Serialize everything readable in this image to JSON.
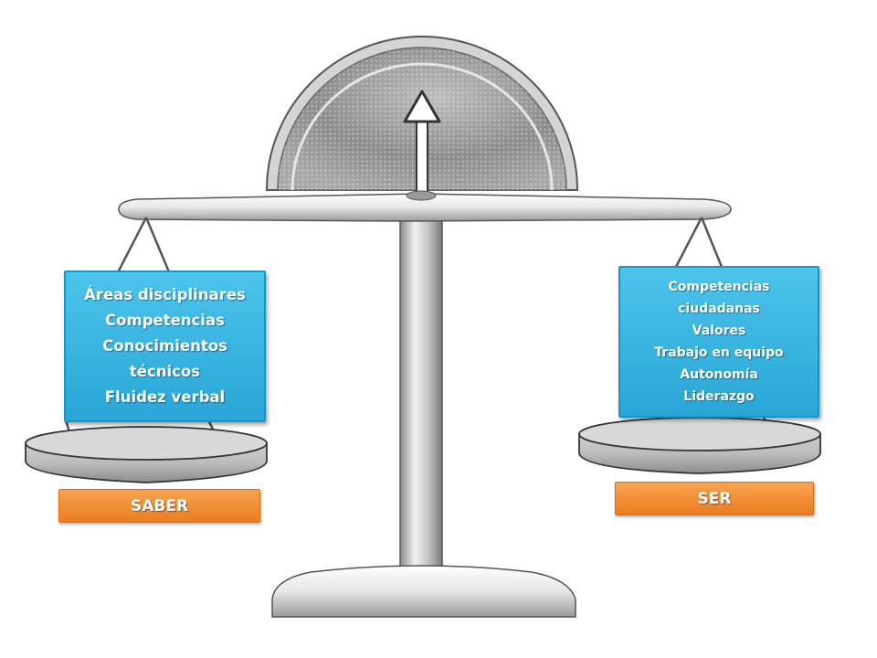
{
  "colors": {
    "box_blue": "#2fb0e0",
    "label_orange": "#f28a2e",
    "metal_gray": "#c8c8c8"
  },
  "left_pan": {
    "items": [
      "Áreas disciplinares",
      "Competencias",
      "Conocimientos",
      "técnicos",
      "Fluidez verbal"
    ],
    "label": "SABER"
  },
  "right_pan": {
    "items": [
      "Competencias",
      "ciudadanas",
      "Valores",
      "Trabajo en equipo",
      "Autonomía",
      "Liderazgo"
    ],
    "label": "SER"
  }
}
